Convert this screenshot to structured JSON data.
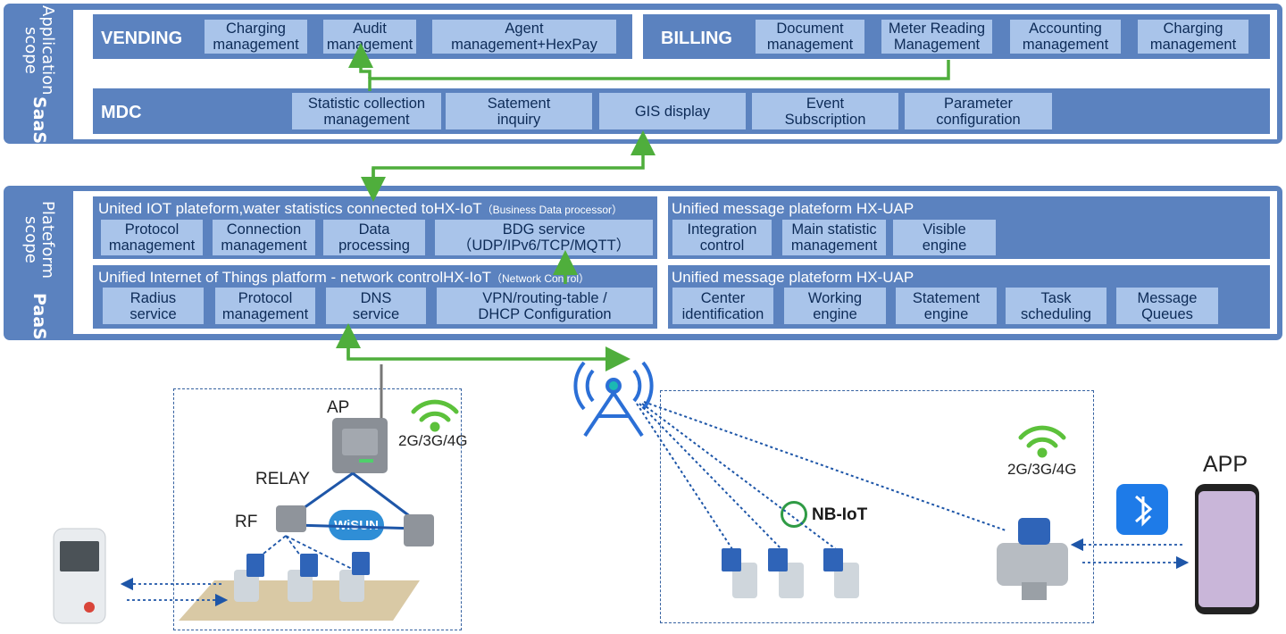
{
  "saas": {
    "scope_label": "Application scope",
    "short_label": "SaaS",
    "vending": {
      "title": "VENDING",
      "items": [
        "Charging\nmanagement",
        "Audit\nmanagement",
        "Agent\nmanagement+HexPay"
      ]
    },
    "billing": {
      "title": "BILLING",
      "items": [
        "Document\nmanagement",
        "Meter Reading\nManagement",
        "Accounting\nmanagement",
        "Charging\nmanagement"
      ]
    },
    "mdc": {
      "title": "MDC",
      "items": [
        "Statistic collection\nmanagement",
        "Satement\ninquiry",
        "GIS display",
        "Event\nSubscription",
        "Parameter\nconfiguration"
      ]
    }
  },
  "paas": {
    "scope_label": "Plateform scope",
    "short_label": "PaaS",
    "iot_top": {
      "title": "United IOT plateform,water statistics connected toHX-IoT",
      "note": "（Business Data processor）",
      "items": [
        "Protocol\nmanagement",
        "Connection\nmanagement",
        "Data\nprocessing",
        "BDG service\n（UDP/IPv6/TCP/MQTT）"
      ]
    },
    "iot_bottom": {
      "title": "Unified Internet of Things platform - network controlHX-IoT",
      "note": "（Network Control）",
      "items": [
        "Radius\nservice",
        "Protocol\nmanagement",
        "DNS\nservice",
        "VPN/routing-table /\nDHCP Configuration"
      ]
    },
    "uap_top": {
      "title": "Unified message plateform HX-UAP",
      "items": [
        "Integration\ncontrol",
        "Main statistic\nmanagement",
        "Visible\nengine"
      ]
    },
    "uap_bottom": {
      "title": "Unified message plateform HX-UAP",
      "items": [
        "Center\nidentification",
        "Working\nengine",
        "Statement\nengine",
        "Task\nscheduling",
        "Message\nQueues"
      ]
    }
  },
  "field": {
    "ap_label": "AP",
    "relay_label": "RELAY",
    "rf_label": "RF",
    "cellular_left": "2G/3G/4G",
    "cellular_right": "2G/3G/4G",
    "wisun_label": "WiSUN",
    "nbiot_label": "NB-IoT",
    "app_label": "APP"
  },
  "colors": {
    "band": "#5b82bf",
    "cell": "#a9c4ea",
    "cell_text": "#0d2b57",
    "arrow_green": "#4fae3c",
    "link_blue": "#1e56a8",
    "tower_blue": "#2b6fd6"
  }
}
